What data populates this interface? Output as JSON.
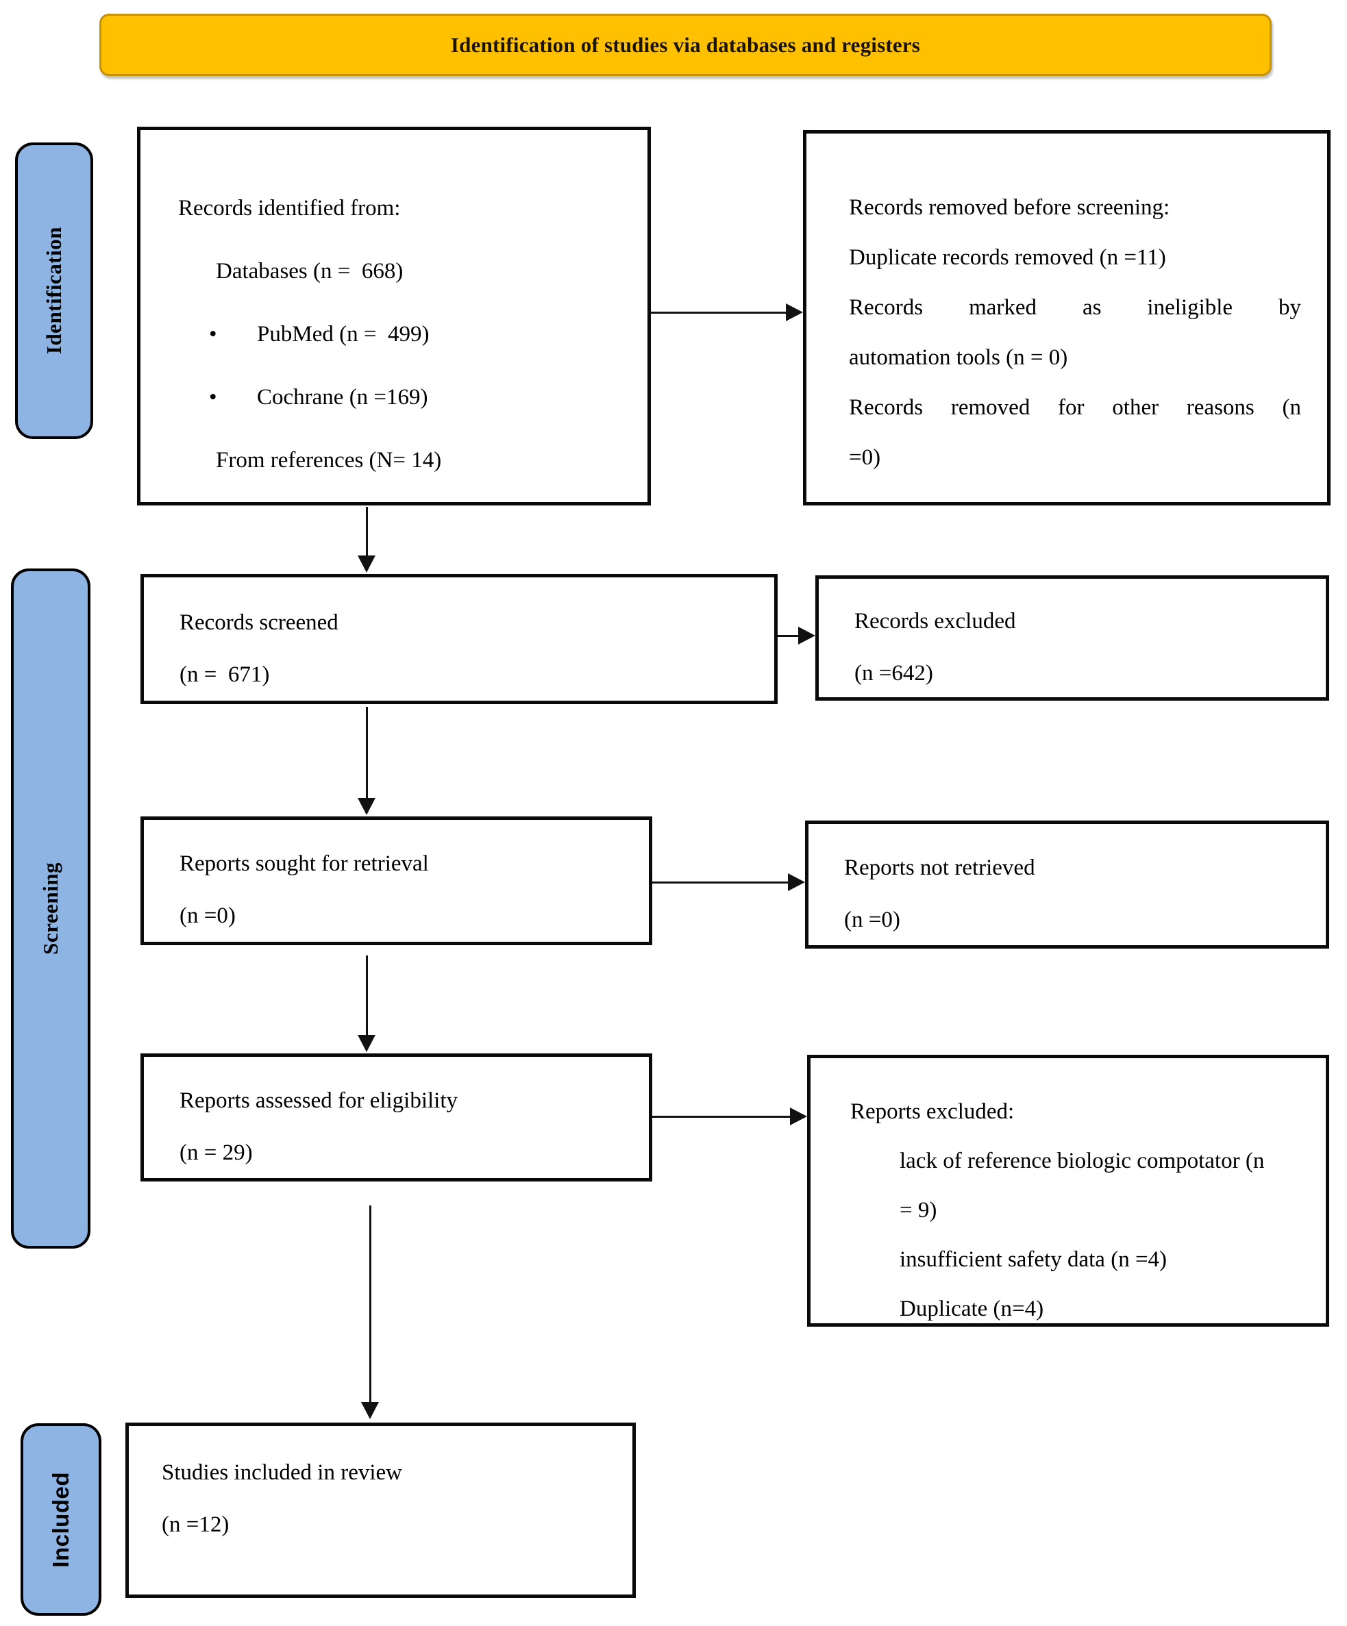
{
  "banner": {
    "title": "Identification of studies via databases and registers"
  },
  "sidebar": {
    "identification": "Identification",
    "screening": "Screening",
    "included": "Included"
  },
  "glyphs": {
    "bullet": "•"
  },
  "colors": {
    "banner_fill": "#FFC000",
    "banner_border": "#C79100",
    "stage_fill": "#8DB4E2",
    "box_border": "#0a0a0a",
    "text": "#000000"
  },
  "boxes": {
    "records_identified": {
      "title": "Records identified from:",
      "databases": "Databases (n =  668)",
      "pubmed": "PubMed (n =  499)",
      "cochrane": "Cochrane (n =169)",
      "references": "From references (N= 14)"
    },
    "records_removed": {
      "title": "Records removed before screening:",
      "duplicates": "Duplicate records removed (n =11)",
      "ineligible_line1": "Records marked as ineligible by",
      "ineligible_line2": "automation tools (n = 0)",
      "other_line1": "Records removed for other reasons (n",
      "other_line2": "=0)"
    },
    "records_screened": {
      "title": "Records screened",
      "count": "(n =  671)"
    },
    "records_excluded": {
      "title": "Records excluded",
      "count": "(n =642)"
    },
    "reports_sought": {
      "title": "Reports sought for retrieval",
      "count": "(n =0)"
    },
    "reports_not_retrieved": {
      "title": "Reports not retrieved",
      "count": "(n =0)"
    },
    "reports_assessed": {
      "title": "Reports assessed for eligibility",
      "count": "(n = 29)"
    },
    "reports_excluded": {
      "title": "Reports excluded:",
      "reason1_line1": "lack of reference biologic compotator (n",
      "reason1_line2": "= 9)",
      "reason2": "insufficient safety data (n =4)",
      "reason3": "Duplicate (n=4)"
    },
    "studies_included": {
      "title": "Studies included in review",
      "count": "(n =12)"
    }
  }
}
